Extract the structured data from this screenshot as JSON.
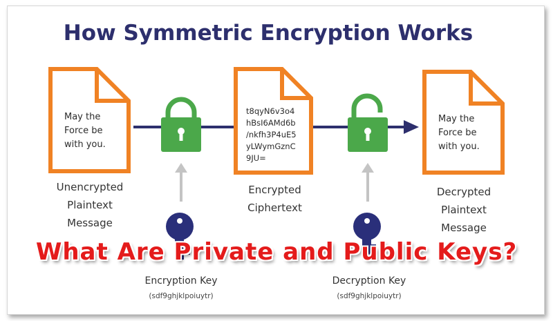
{
  "title": "How Symmetric Encryption Works",
  "plaintext_doc": {
    "text_lines": [
      "May the",
      "Force be",
      "with you."
    ]
  },
  "cipher_doc": {
    "text_lines": [
      "t8qyN6v3o4",
      "hBsI6AMd6b",
      "/nkfh3P4uE5",
      "yLWymGznC",
      "9JU="
    ]
  },
  "decrypted_doc": {
    "text_lines": [
      "May the",
      "Force be",
      "with you."
    ]
  },
  "captions": {
    "unencrypted": [
      "Unencrypted",
      "Plaintext",
      "Message"
    ],
    "encrypted": [
      "Encrypted",
      "Ciphertext"
    ],
    "decrypted": [
      "Decrypted",
      "Plaintext",
      "Message"
    ]
  },
  "encryption_key": {
    "label": "Encryption Key",
    "code": "(sdf9ghjklpoiuytr)"
  },
  "decryption_key": {
    "label": "Decryption Key",
    "code": "(sdf9ghjklpoiuytr)"
  },
  "overlay_title": "What Are Private and Public Keys?",
  "colors": {
    "document_border": "#f08224",
    "lock": "#4ba84a",
    "key": "#2a2f7a",
    "arrow": "#2d2f6d",
    "up_arrow": "#c4c4c4",
    "title": "#2d2f6d",
    "overlay_text": "#e41b1b"
  },
  "icons": [
    "document-icon",
    "locked-padlock-icon",
    "unlocked-padlock-icon",
    "key-icon",
    "arrow-icon"
  ]
}
